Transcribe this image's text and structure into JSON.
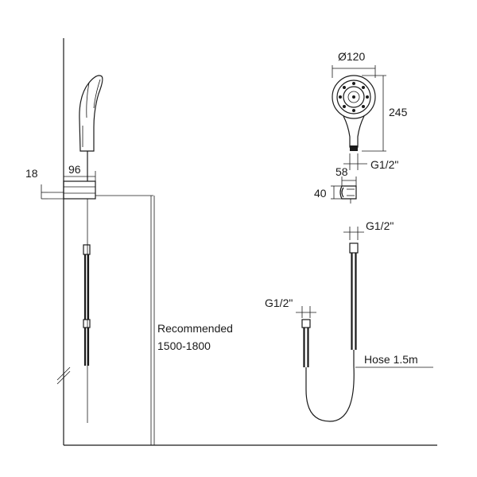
{
  "labels": {
    "wall_offset": "18",
    "holder_depth": "96",
    "recommended_line1": "Recommended",
    "recommended_line2": "1500-1800",
    "head_diameter": "Ø120",
    "head_length": "245",
    "head_thread": "G1/2\"",
    "bracket_width": "58",
    "bracket_height": "40",
    "hose_top_thread": "G1/2\"",
    "hose_bottom_thread": "G1/2\"",
    "hose_length": "Hose 1.5m"
  }
}
